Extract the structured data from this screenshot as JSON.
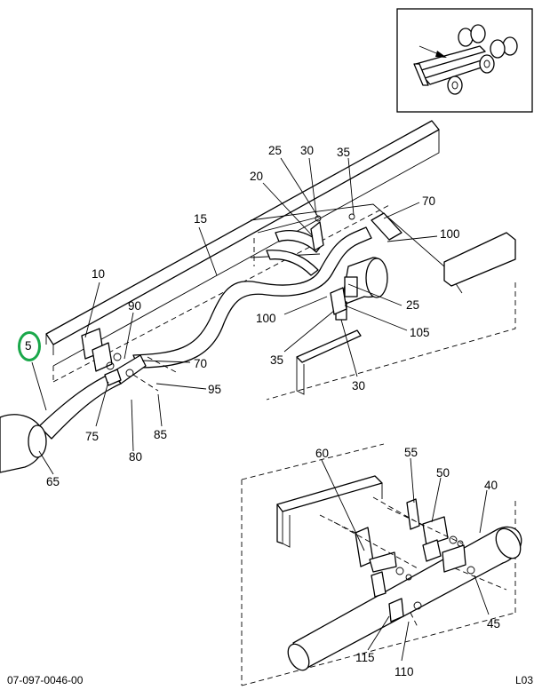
{
  "callouts": {
    "c5": "5",
    "c10": "10",
    "c15": "15",
    "c20": "20",
    "c25a": "25",
    "c25b": "25",
    "c30a": "30",
    "c30b": "30",
    "c35a": "35",
    "c35b": "35",
    "c40": "40",
    "c45": "45",
    "c50": "50",
    "c55": "55",
    "c60": "60",
    "c65": "65",
    "c70a": "70",
    "c70b": "70",
    "c75": "75",
    "c80": "80",
    "c85": "85",
    "c90": "90",
    "c95": "95",
    "c100a": "100",
    "c100b": "100",
    "c105": "105",
    "c110": "110",
    "c115": "115"
  },
  "footer": {
    "drawing_number": "07-097-0046-00",
    "sheet_code": "L03"
  },
  "highlight_color": "#1aa84a"
}
